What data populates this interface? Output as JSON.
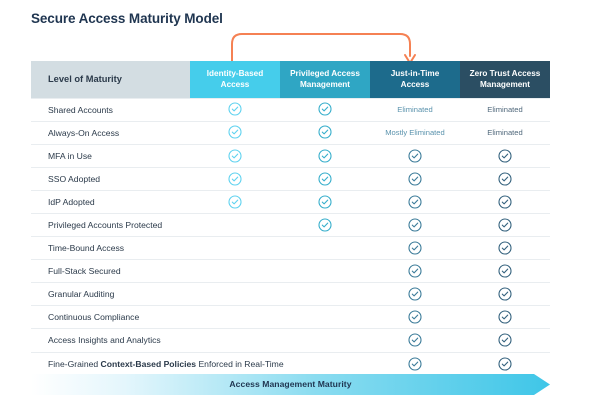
{
  "title": "Secure Access Maturity Model",
  "colors": {
    "title": "#1f3550",
    "header_label_bg": "#d3dde2",
    "col1": "#45cdeb",
    "col2": "#2fa6c4",
    "col3": "#1d6b8c",
    "col4": "#2b4e63",
    "arrow_orange": "#f58153",
    "check_col1": "#5fd2ef",
    "check_col2": "#36aecb",
    "check_col3": "#3b7b99",
    "check_col4": "#33617d",
    "banner_start": "#ffffff",
    "banner_end": "#3fc6e8",
    "row_divider": "#e9edf0"
  },
  "table": {
    "label_header": "Level of Maturity",
    "columns": [
      {
        "id": "identity-based-access",
        "label": "Identity-Based Access",
        "line1": "Identity-Based",
        "line2": "Access"
      },
      {
        "id": "privileged-access-management",
        "label": "Privileged Access Management",
        "line1": "Privileged Access",
        "line2": "Management"
      },
      {
        "id": "just-in-time-access",
        "label": "Just-in-Time Access",
        "line1": "Just-in-Time",
        "line2": "Access"
      },
      {
        "id": "zero-trust-access-management",
        "label": "Zero Trust Access Management",
        "line1": "Zero Trust Access",
        "line2": "Management"
      }
    ],
    "rows": [
      {
        "id": "shared-accounts",
        "label": "Shared Accounts",
        "label_bold": "",
        "label_tail": "",
        "cells": [
          {
            "type": "check",
            "tone": "col1"
          },
          {
            "type": "check",
            "tone": "col2"
          },
          {
            "type": "text",
            "text": "Eliminated",
            "tone": "light"
          },
          {
            "type": "text",
            "text": "Eliminated",
            "tone": "dark"
          }
        ]
      },
      {
        "id": "always-on-access",
        "label": "Always-On Access",
        "label_bold": "",
        "label_tail": "",
        "cells": [
          {
            "type": "check",
            "tone": "col1"
          },
          {
            "type": "check",
            "tone": "col2"
          },
          {
            "type": "text",
            "text": "Mostly Eliminated",
            "tone": "light"
          },
          {
            "type": "text",
            "text": "Eliminated",
            "tone": "dark"
          }
        ]
      },
      {
        "id": "mfa-in-use",
        "label": "MFA in Use",
        "label_bold": "",
        "label_tail": "",
        "cells": [
          {
            "type": "check",
            "tone": "col1"
          },
          {
            "type": "check",
            "tone": "col2"
          },
          {
            "type": "check",
            "tone": "col3"
          },
          {
            "type": "check",
            "tone": "col4"
          }
        ]
      },
      {
        "id": "sso-adopted",
        "label": "SSO Adopted",
        "label_bold": "",
        "label_tail": "",
        "cells": [
          {
            "type": "check",
            "tone": "col1"
          },
          {
            "type": "check",
            "tone": "col2"
          },
          {
            "type": "check",
            "tone": "col3"
          },
          {
            "type": "check",
            "tone": "col4"
          }
        ]
      },
      {
        "id": "idp-adopted",
        "label": "IdP Adopted",
        "label_bold": "",
        "label_tail": "",
        "cells": [
          {
            "type": "check",
            "tone": "col1"
          },
          {
            "type": "check",
            "tone": "col2"
          },
          {
            "type": "check",
            "tone": "col3"
          },
          {
            "type": "check",
            "tone": "col4"
          }
        ]
      },
      {
        "id": "privileged-accounts-protected",
        "label": "Privileged Accounts Protected",
        "label_bold": "",
        "label_tail": "",
        "cells": [
          {
            "type": "empty"
          },
          {
            "type": "check",
            "tone": "col2"
          },
          {
            "type": "check",
            "tone": "col3"
          },
          {
            "type": "check",
            "tone": "col4"
          }
        ]
      },
      {
        "id": "time-bound-access",
        "label": "Time-Bound Access",
        "label_bold": "",
        "label_tail": "",
        "cells": [
          {
            "type": "empty"
          },
          {
            "type": "empty"
          },
          {
            "type": "check",
            "tone": "col3"
          },
          {
            "type": "check",
            "tone": "col4"
          }
        ]
      },
      {
        "id": "full-stack-secured",
        "label": "Full-Stack Secured",
        "label_bold": "",
        "label_tail": "",
        "cells": [
          {
            "type": "empty"
          },
          {
            "type": "empty"
          },
          {
            "type": "check",
            "tone": "col3"
          },
          {
            "type": "check",
            "tone": "col4"
          }
        ]
      },
      {
        "id": "granular-auditing",
        "label": "Granular Auditing",
        "label_bold": "",
        "label_tail": "",
        "cells": [
          {
            "type": "empty"
          },
          {
            "type": "empty"
          },
          {
            "type": "check",
            "tone": "col3"
          },
          {
            "type": "check",
            "tone": "col4"
          }
        ]
      },
      {
        "id": "continuous-compliance",
        "label": "Continuous Compliance",
        "label_bold": "",
        "label_tail": "",
        "cells": [
          {
            "type": "empty"
          },
          {
            "type": "empty"
          },
          {
            "type": "check",
            "tone": "col3"
          },
          {
            "type": "check",
            "tone": "col4"
          }
        ]
      },
      {
        "id": "access-insights-and-analytics",
        "label": "Access Insights and Analytics",
        "label_bold": "",
        "label_tail": "",
        "cells": [
          {
            "type": "empty"
          },
          {
            "type": "empty"
          },
          {
            "type": "check",
            "tone": "col3"
          },
          {
            "type": "check",
            "tone": "col4"
          }
        ]
      },
      {
        "id": "fine-grained-context-based-policies",
        "label": "Fine-Grained ",
        "label_bold": "Context-Based Policies",
        "label_tail": " Enforced in Real-Time",
        "cells": [
          {
            "type": "empty"
          },
          {
            "type": "empty"
          },
          {
            "type": "check",
            "tone": "col3"
          },
          {
            "type": "check",
            "tone": "col4"
          }
        ]
      }
    ]
  },
  "banner": {
    "label": "Access Management Maturity"
  },
  "arrow": {
    "name": "progression-arrow",
    "from_column": "Identity-Based Access",
    "to_column": "Just-in-Time Access"
  }
}
